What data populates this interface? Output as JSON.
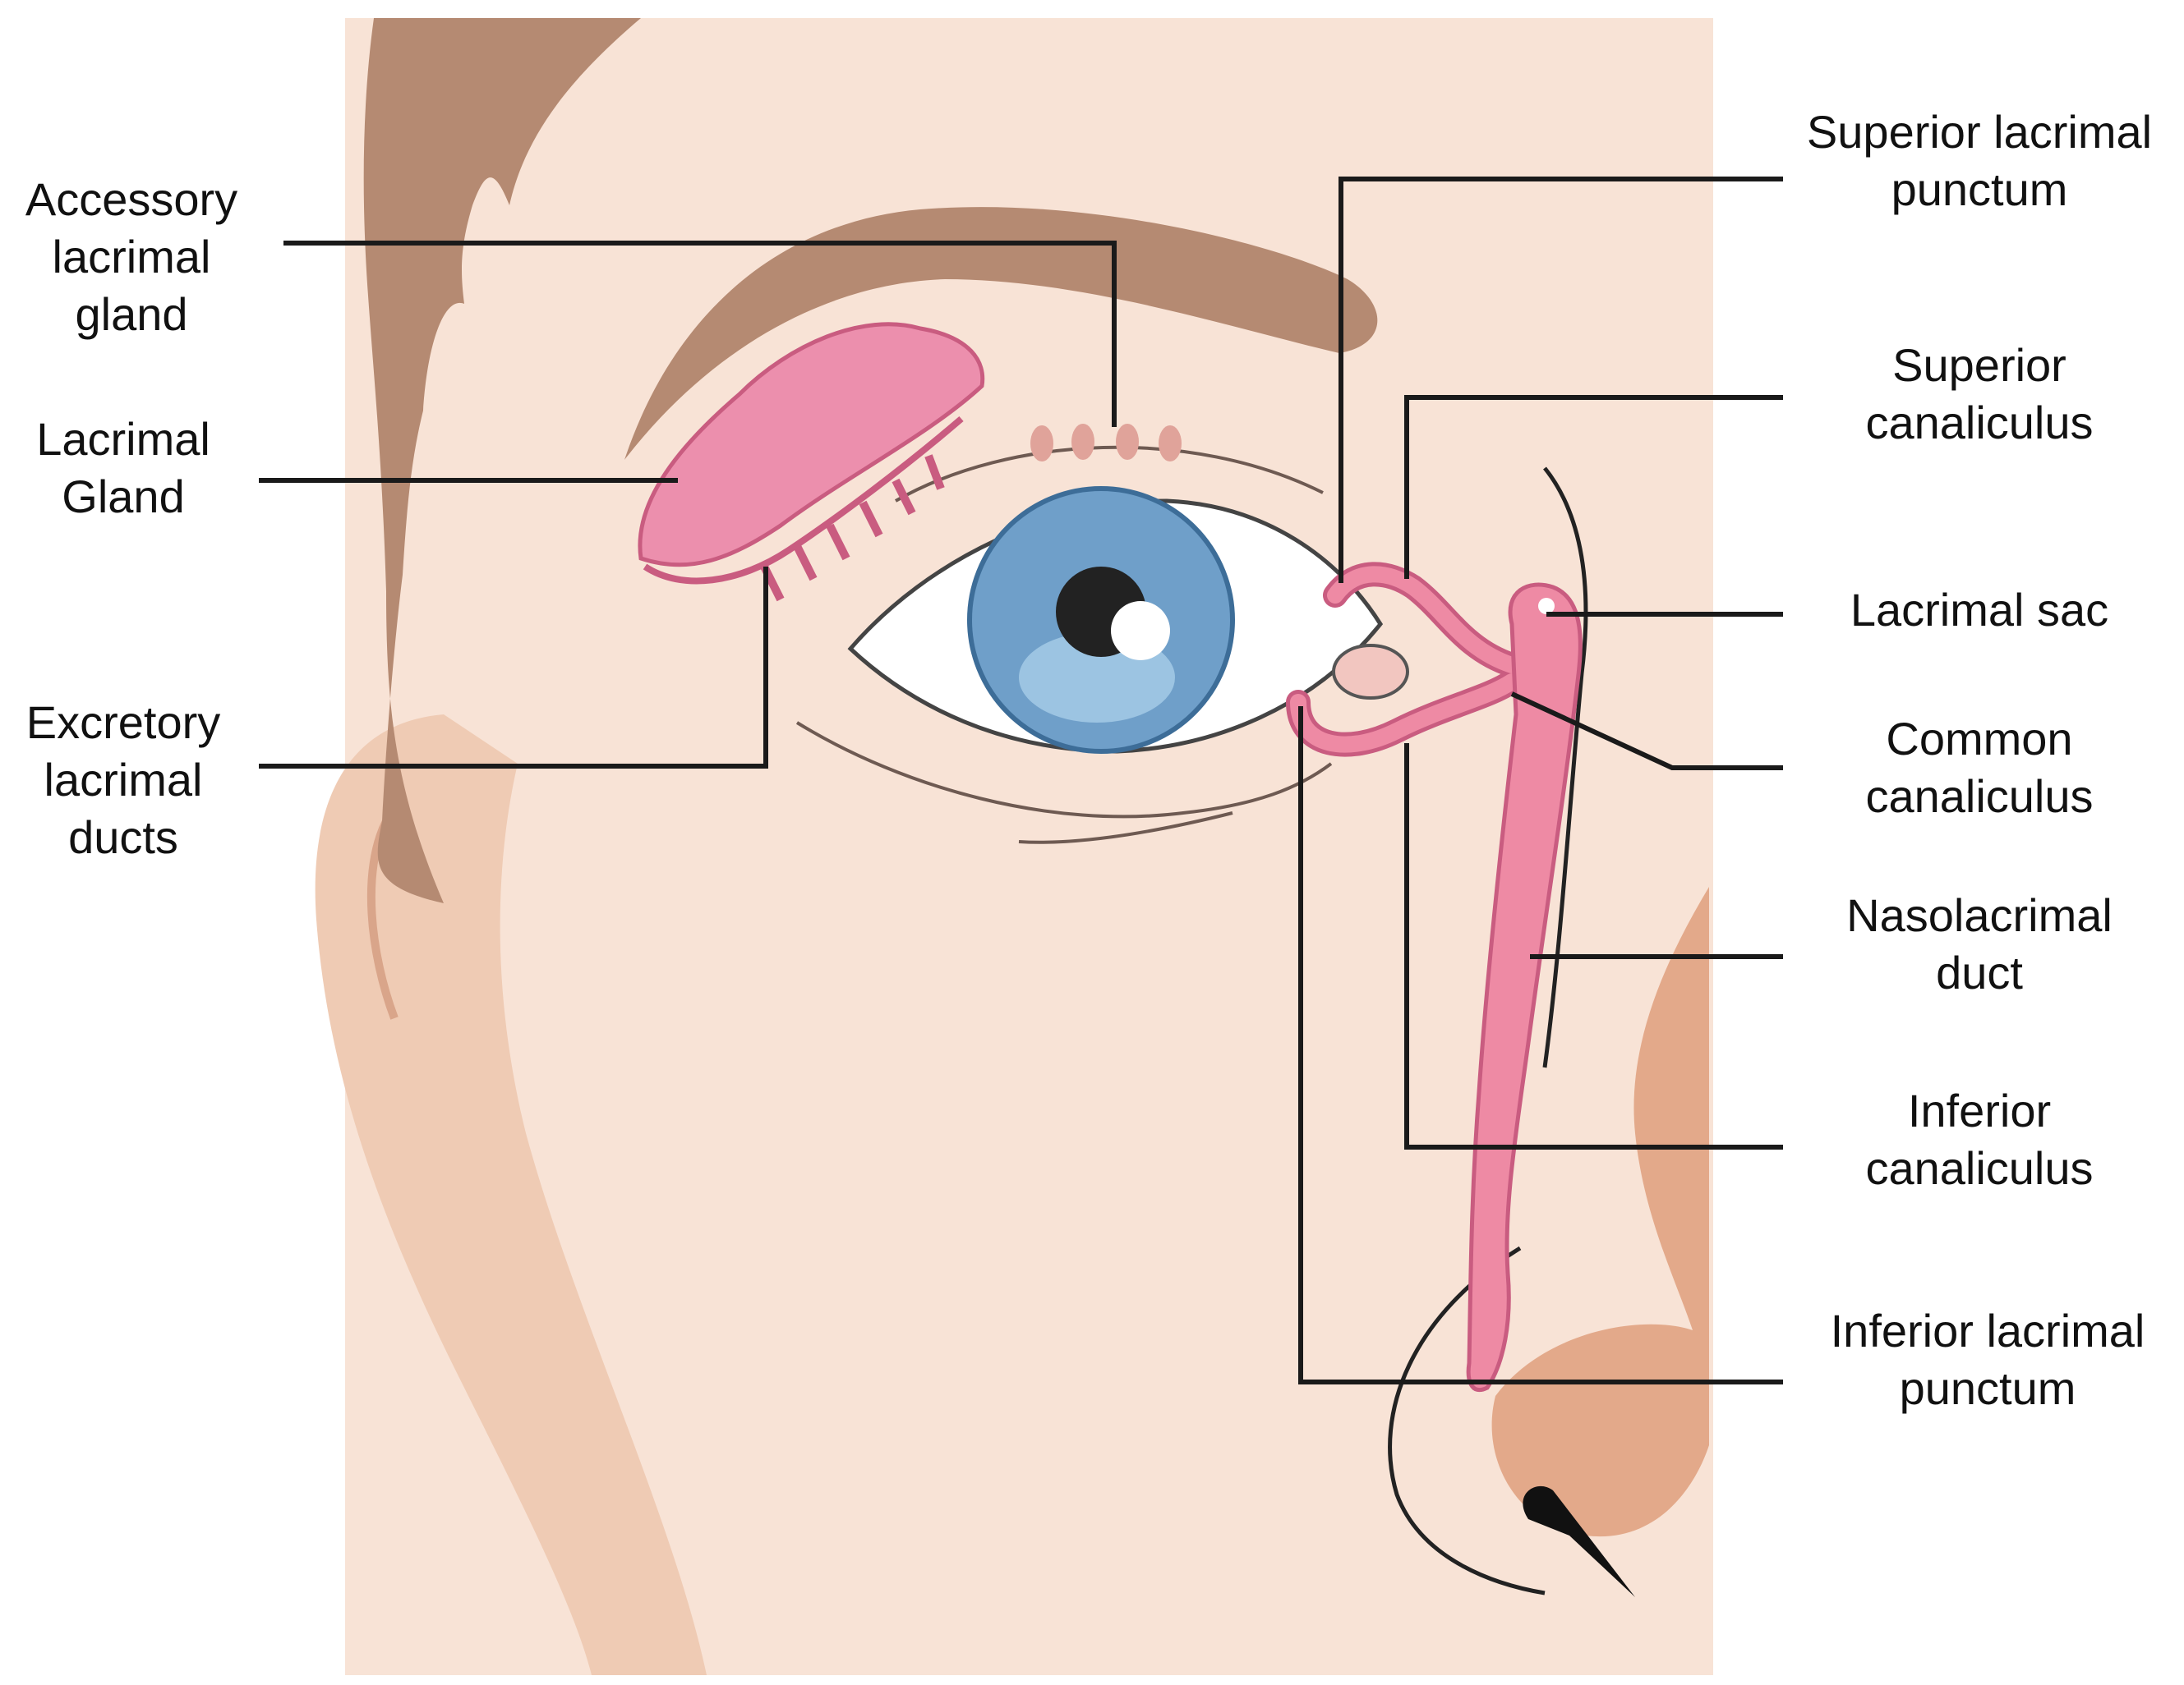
{
  "colors": {
    "skin": "#f8e3d6",
    "hair": "#b58a72",
    "ear_shade": "#efcbb4",
    "nose_shade": "#e3a98a",
    "iris": "#6f9fc9",
    "gland": "#ec8fad",
    "duct": "#ee8aa4",
    "leader": "#1a1a1a"
  },
  "labels": {
    "accessory_gland": [
      "Accessory",
      "lacrimal",
      "gland"
    ],
    "lacrimal_gland": [
      "Lacrimal",
      "Gland"
    ],
    "excretory_ducts": [
      "Excretory",
      "lacrimal",
      "ducts"
    ],
    "superior_punctum": [
      "Superior lacrimal",
      "punctum"
    ],
    "superior_canaliculus": [
      "Superior",
      "canaliculus"
    ],
    "lacrimal_sac": [
      "Lacrimal sac"
    ],
    "common_canaliculus": [
      "Common",
      "canaliculus"
    ],
    "nasolacrimal_duct": [
      "Nasolacrimal",
      "duct"
    ],
    "inferior_canaliculus": [
      "Inferior",
      "canaliculus"
    ],
    "inferior_punctum": [
      "Inferior lacrimal",
      "punctum"
    ]
  }
}
